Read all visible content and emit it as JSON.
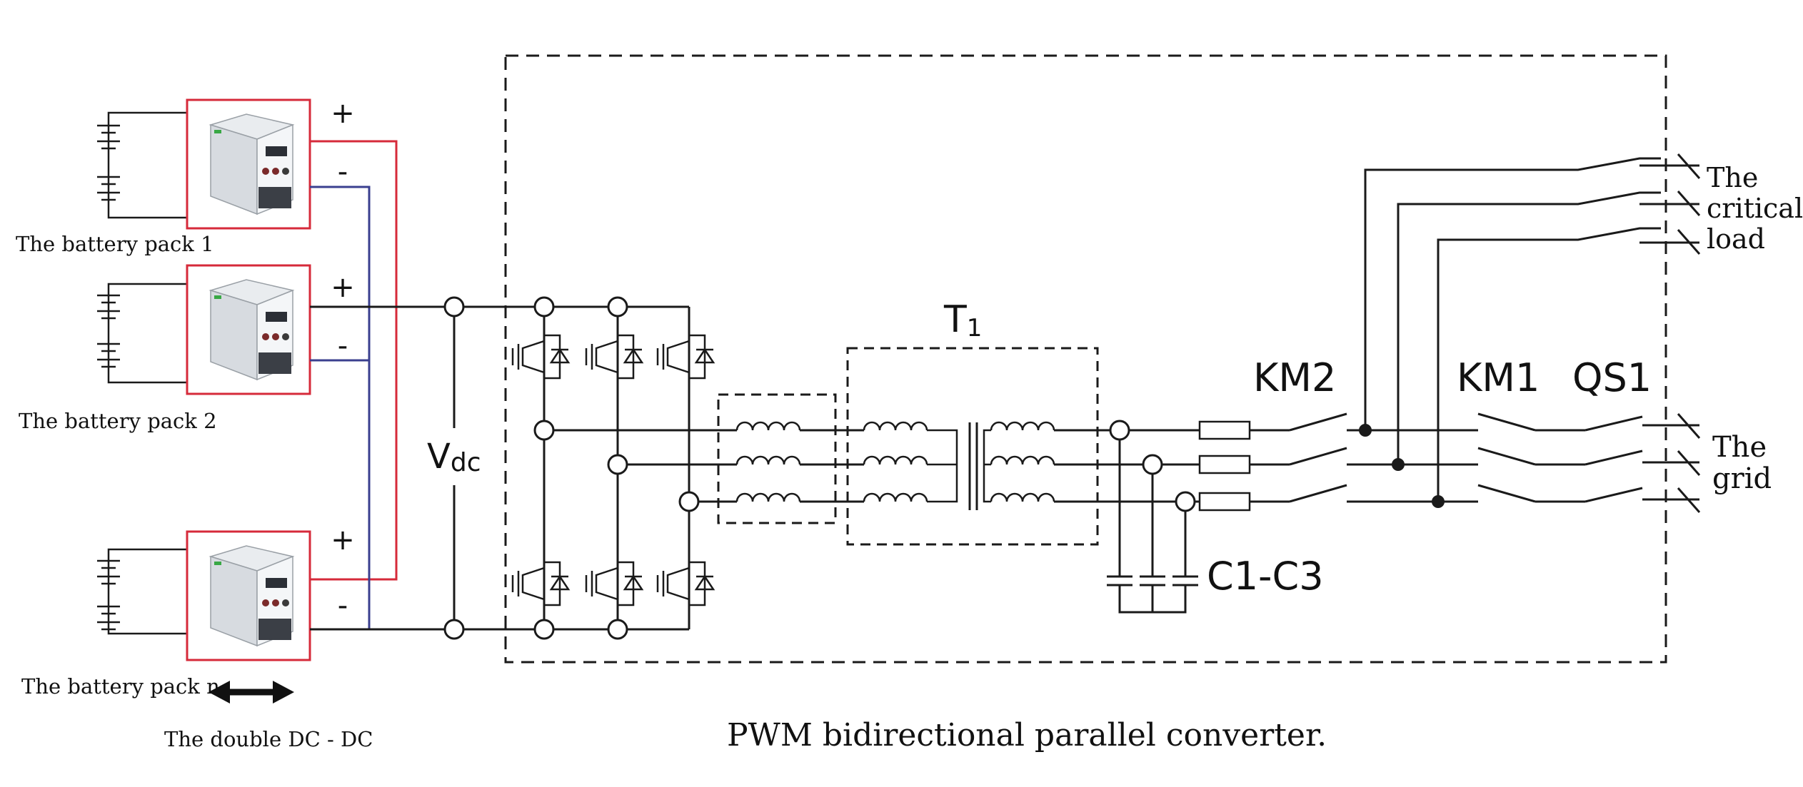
{
  "battery_packs": [
    {
      "label": "The battery pack 1",
      "plus": "+",
      "minus": "-"
    },
    {
      "label": "The battery pack 2",
      "plus": "+",
      "minus": "-"
    },
    {
      "label": "The battery pack n",
      "plus": "+",
      "minus": "-"
    }
  ],
  "dcdc_label": "The double DC - DC",
  "vdc": {
    "main": "V",
    "sub": "dc"
  },
  "transformer": {
    "main": "T",
    "sub": "1"
  },
  "switch_labels": {
    "km2": "KM2",
    "km1": "KM1",
    "qs1": "QS1"
  },
  "capacitor_label": "C1-C3",
  "outputs": {
    "critical_load": [
      "The",
      "critical",
      "load"
    ],
    "grid": [
      "The",
      "grid"
    ]
  },
  "caption": "PWM bidirectional parallel converter.",
  "colors": {
    "positive_bus": "#d62a3a",
    "negative_bus": "#3a3f8f",
    "module_border": "#d62a3a"
  }
}
